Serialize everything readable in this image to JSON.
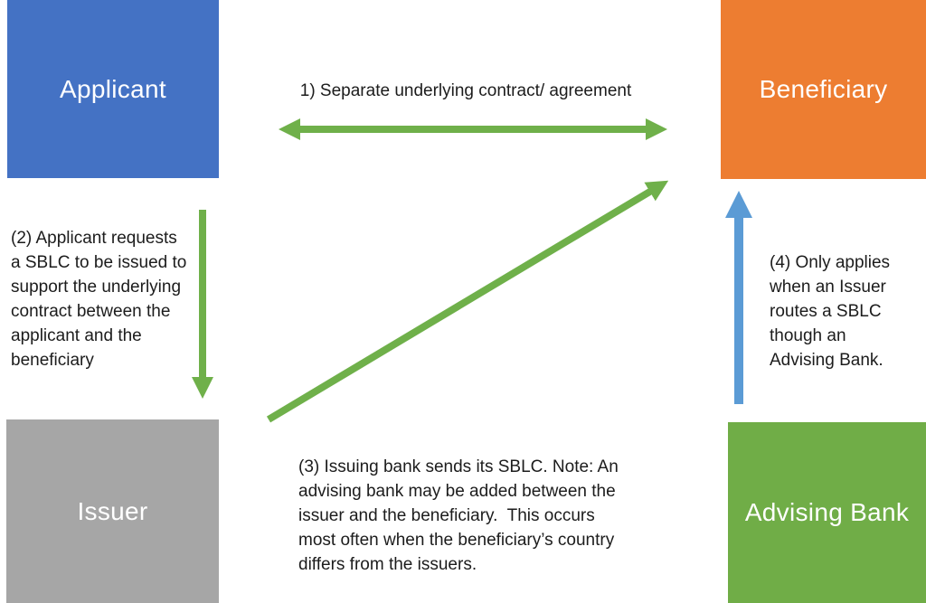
{
  "colors": {
    "applicant_blue": "#4472C4",
    "beneficiary_orange": "#ED7D31",
    "issuer_gray": "#A6A6A6",
    "advising_green": "#70AD47",
    "arrow_green": "#6FB04A",
    "arrow_blue": "#5B9BD5",
    "text_dark": "#1C1C1C"
  },
  "boxes": {
    "applicant": {
      "label": "Applicant"
    },
    "beneficiary": {
      "label": "Beneficiary"
    },
    "issuer": {
      "label": "Issuer"
    },
    "advising_bank": {
      "label": "Advising Bank"
    }
  },
  "annotations": {
    "step1": "1) Separate underlying contract/ agreement",
    "step2": "(2) Applicant requests\na SBLC to be issued to\nsupport the underlying\ncontract between the\napplicant and the\nbeneficiary",
    "step3": "(3) Issuing bank sends its SBLC. Note: An\nadvising bank may be added between the\nissuer and the beneficiary.  This occurs\nmost often when the beneficiary’s country\ndiffers from the issuers.",
    "step4": "(4) Only applies\nwhen an Issuer\nroutes a SBLC\nthough an\nAdvising Bank."
  }
}
